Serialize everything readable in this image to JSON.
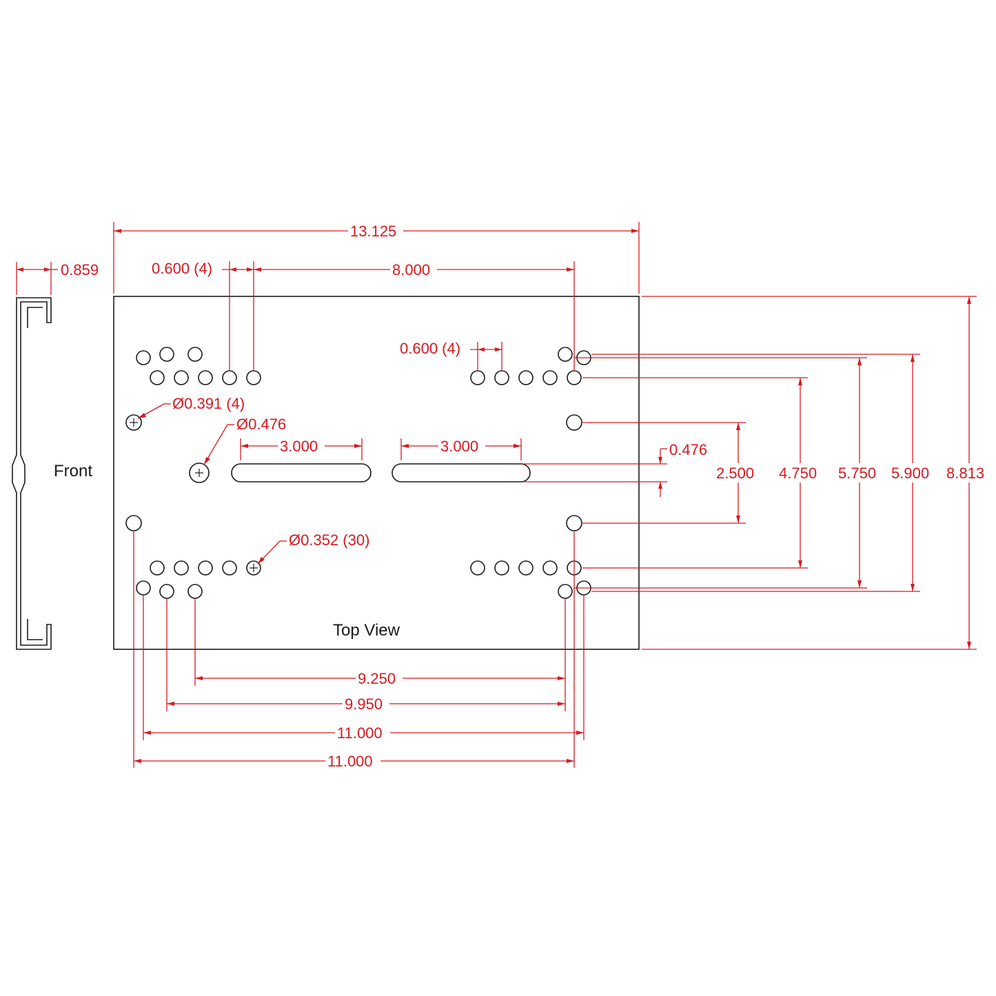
{
  "labels": {
    "front": "Front",
    "top_view": "Top View"
  },
  "dimensions": {
    "overall_width": "13.125",
    "profile_depth": "0.859",
    "hole_pitch_top_left": "0.600 (4)",
    "hole_pitch_top_right": "0.600 (4)",
    "hole_span_top": "8.000",
    "dia_corner": "Ø0.391 (4)",
    "dia_center": "Ø0.476",
    "dia_small": "Ø0.352 (30)",
    "slot_left_length": "3.000",
    "slot_right_length": "3.000",
    "slot_width": "0.476",
    "v_2500": "2.500",
    "v_4750": "4.750",
    "v_5750": "5.750",
    "v_5900": "5.900",
    "v_8813": "8.813",
    "h_9250": "9.250",
    "h_9950": "9.950",
    "h_11000_a": "11.000",
    "h_11000_b": "11.000"
  },
  "colors": {
    "outline": "#1a1a1a",
    "dimension": "#d71920"
  }
}
